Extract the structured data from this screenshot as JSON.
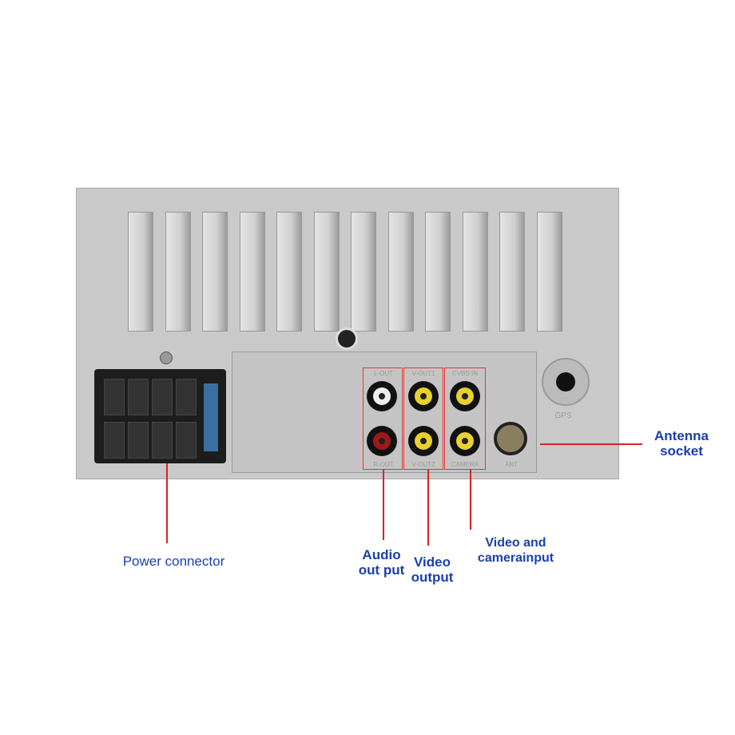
{
  "labels": {
    "antenna": "Antenna\nsocket",
    "antenna_l1": "Antenna",
    "antenna_l2": "socket",
    "power": "Power connector",
    "audio_l1": "Audio",
    "audio_l2": "out put",
    "video_l1": "Video",
    "video_l2": "output",
    "cam_l1": "Video and",
    "cam_l2": "camerainput"
  },
  "ports": {
    "lout": "L-OUT",
    "rout": "R-OUT",
    "vout1": "V-OUT1",
    "vout2": "V-OUT2",
    "cvbs": "CVBS IN",
    "camera": "CAMERA",
    "ant": "ANT",
    "gps": "GPS"
  },
  "colors": {
    "label": "#1a3fb0",
    "line": "#dd2222"
  }
}
